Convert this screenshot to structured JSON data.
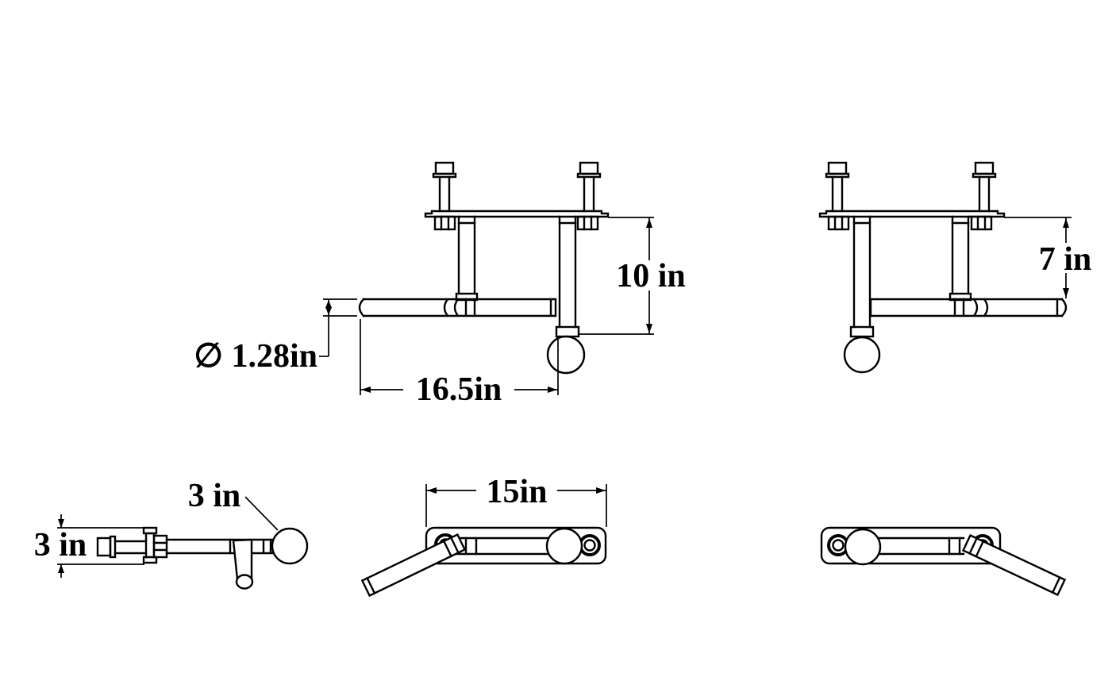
{
  "drawing": {
    "description": "Orthographic technical drawing of a wall-mounted pull-up bar bracket (five views)",
    "background_color": "#ffffff",
    "line_color": "#000000",
    "labels": {
      "front_height": "10 in",
      "bar_length": "16.5in",
      "bar_diameter": "∅ 1.28in",
      "side_height": "7 in",
      "plate_length": "15in",
      "ball_diameter": "3 in",
      "plate_height": "3 in"
    }
  }
}
